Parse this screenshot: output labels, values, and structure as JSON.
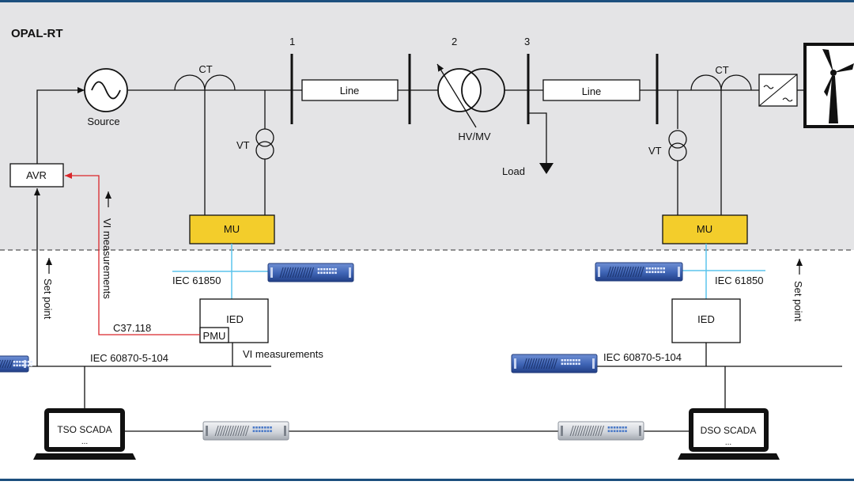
{
  "title": "OPAL-RT",
  "colors": {
    "frame": "#1c4f7e",
    "sim_area": "#e4e4e6",
    "mu_fill": "#f3cd2b",
    "process_bus": "#5bc4ec",
    "signal": "#d9262b",
    "device_blue": "#3d63b4",
    "device_gray": "#cfd3d9"
  },
  "buses": [
    "1",
    "2",
    "3"
  ],
  "grid": {
    "source": "Source",
    "ct_left": "CT",
    "ct_right": "CT",
    "vt_left": "VT",
    "vt_right": "VT",
    "line_left": "Line",
    "line_right": "Line",
    "transformer": "HV/MV",
    "load": "Load",
    "avr": "AVR",
    "mu_left": "MU",
    "mu_right": "MU",
    "converter_icon": "ac-dc-converter-icon",
    "wind_icon": "wind-turbine-icon"
  },
  "protection": {
    "iec61850_left": "IEC 61850",
    "iec61850_right": "IEC 61850",
    "ied_left": "IED",
    "ied_right": "IED",
    "pmu": "PMU",
    "c37": "C37.118",
    "vi_measurements_rot": "VI measurements",
    "vi_measurements": "VI measurements",
    "set_point_left": "Set point",
    "set_point_right": "Set point",
    "iec104_left": "IEC 60870-5-104",
    "iec104_right": "IEC 60870-5-104"
  },
  "scada": {
    "tso_title": "TSO SCADA",
    "tso_dots": "...",
    "dso_title": "DSO SCADA",
    "dso_dots": "..."
  }
}
